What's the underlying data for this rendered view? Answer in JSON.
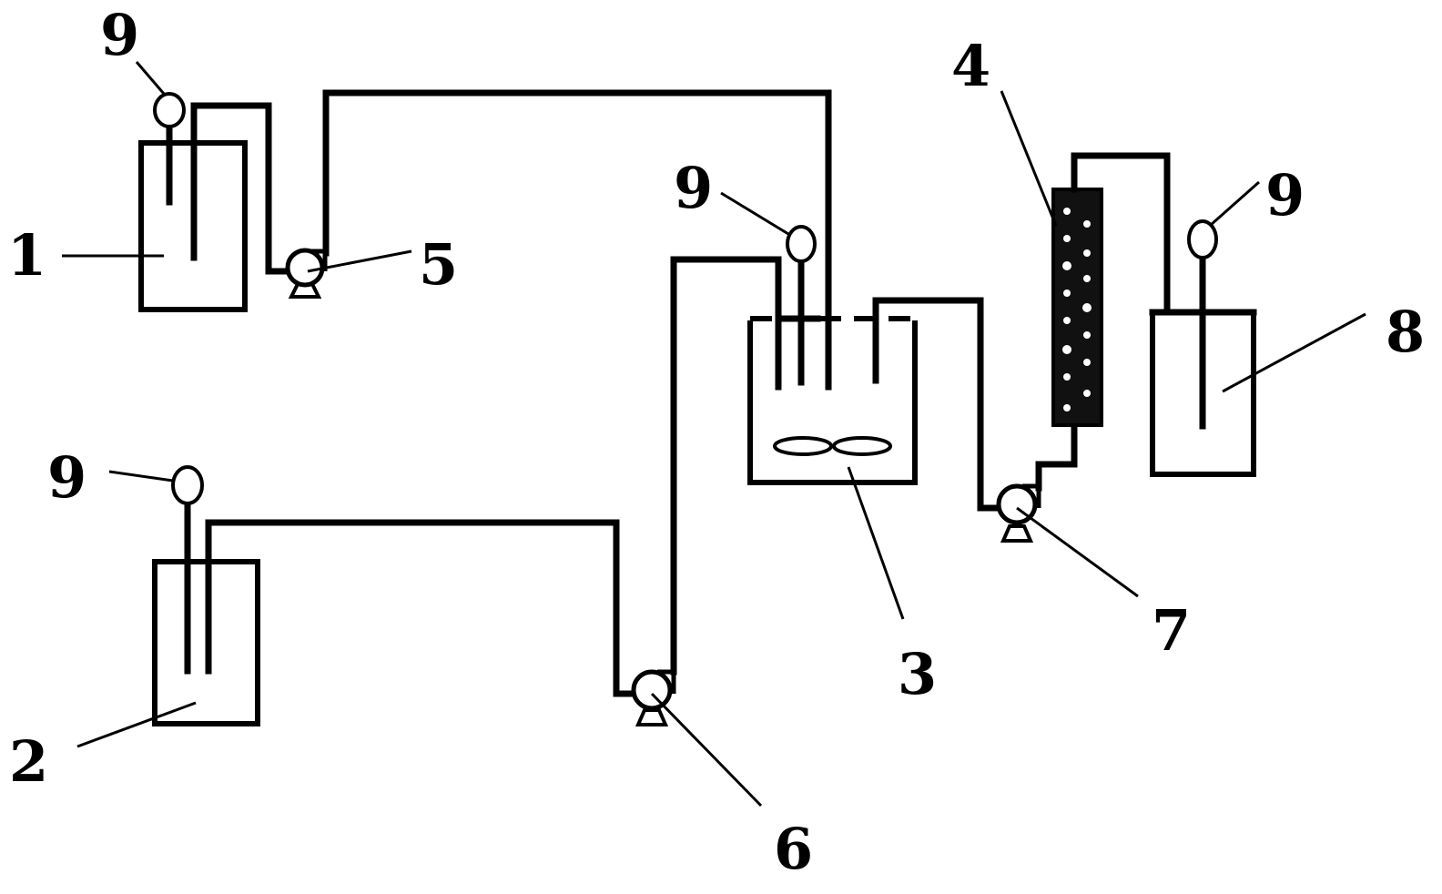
{
  "labels": {
    "tank_1": "1",
    "tank_2": "2",
    "reactor_3": "3",
    "column_4": "4",
    "pump_5": "5",
    "pump_6": "6",
    "pump_7": "7",
    "tank_8": "8",
    "valve_9": "9"
  },
  "colors": {
    "stroke": "#000000",
    "background": "#ffffff"
  }
}
